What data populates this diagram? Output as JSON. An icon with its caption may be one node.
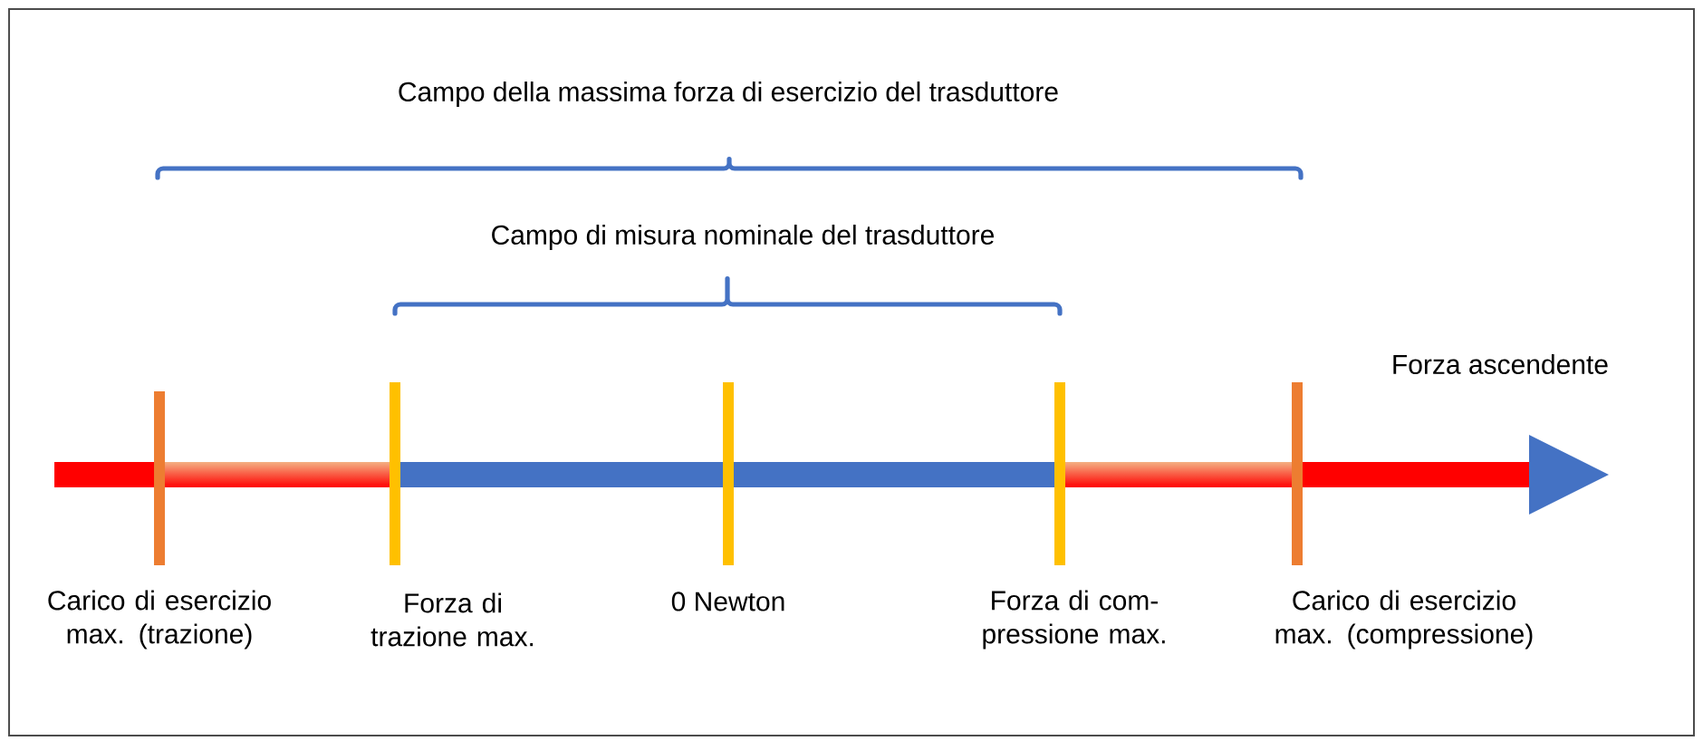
{
  "diagram": {
    "labels": [
      "Campo della massima forza di esercizio del trasduttore",
      "Campo di misura nominale del trasduttore",
      "Forza ascendente",
      "Carico di esercizio max. (trazione)",
      "Forza di trazione max.",
      "0 Newton",
      "Forza di com- pressione max.",
      "Carico di esercizio max. (compressione)"
    ]
  }
}
